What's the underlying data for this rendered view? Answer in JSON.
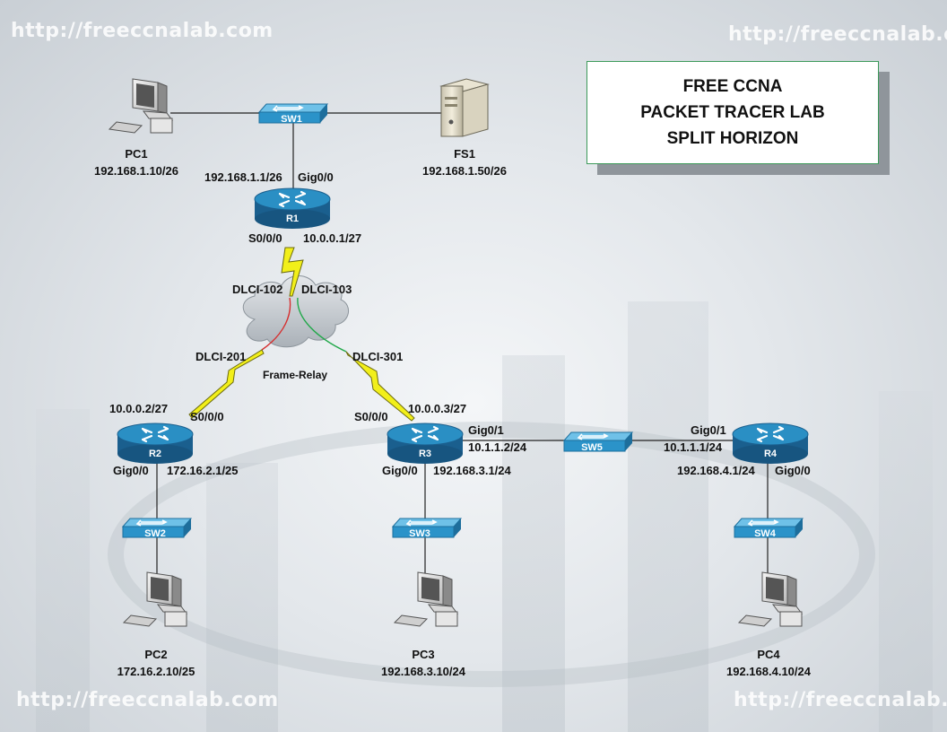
{
  "watermarks": [
    "http://freeccnalab.com",
    "http://freeccnalab.com",
    "http://freeccnalab.com",
    "http://freeccnalab.com"
  ],
  "title_lines": [
    "FREE CCNA",
    "PACKET TRACER LAB",
    "SPLIT HORIZON"
  ],
  "devices": {
    "R1": "R1",
    "R2": "R2",
    "R3": "R3",
    "R4": "R4",
    "SW1": "SW1",
    "SW2": "SW2",
    "SW3": "SW3",
    "SW4": "SW4",
    "SW5": "SW5",
    "PC1": "PC1",
    "PC2": "PC2",
    "PC3": "PC3",
    "PC4": "PC4",
    "FS1": "FS1"
  },
  "addresses": {
    "pc1_ip": "192.168.1.10/26",
    "fs1_ip": "192.168.1.50/26",
    "r1_gig_ip": "192.168.1.1/26",
    "r1_gig_if": "Gig0/0",
    "r1_serial_if": "S0/0/0",
    "r1_serial_ip": "10.0.0.1/27",
    "r2_serial_ip": "10.0.0.2/27",
    "r2_serial_if": "S0/0/0",
    "r2_gig_if": "Gig0/0",
    "r2_gig_ip": "172.16.2.1/25",
    "pc2_ip": "172.16.2.10/25",
    "r3_serial_if": "S0/0/0",
    "r3_serial_ip": "10.0.0.3/27",
    "r3_gig01_if": "Gig0/1",
    "r3_gig01_ip": "10.1.1.2/24",
    "r3_gig00_if": "Gig0/0",
    "r3_gig00_ip": "192.168.3.1/24",
    "pc3_ip": "192.168.3.10/24",
    "r4_gig01_if": "Gig0/1",
    "r4_gig01_ip": "10.1.1.1/24",
    "r4_gig00_ip": "192.168.4.1/24",
    "r4_gig00_if": "Gig0/0",
    "pc4_ip": "192.168.4.10/24"
  },
  "frame_relay": {
    "cloud": "Frame-Relay",
    "dlci_102": "DLCI-102",
    "dlci_103": "DLCI-103",
    "dlci_201": "DLCI-201",
    "dlci_301": "DLCI-301"
  },
  "colors": {
    "router_top": "#2a8fc4",
    "router_side": "#1a5f8e",
    "switch": "#2b93c9",
    "serial_link": "#f2ef1a",
    "pvc_r2": "#d62f2f",
    "pvc_r3": "#22a84a",
    "title_border": "#3c9a5a"
  }
}
